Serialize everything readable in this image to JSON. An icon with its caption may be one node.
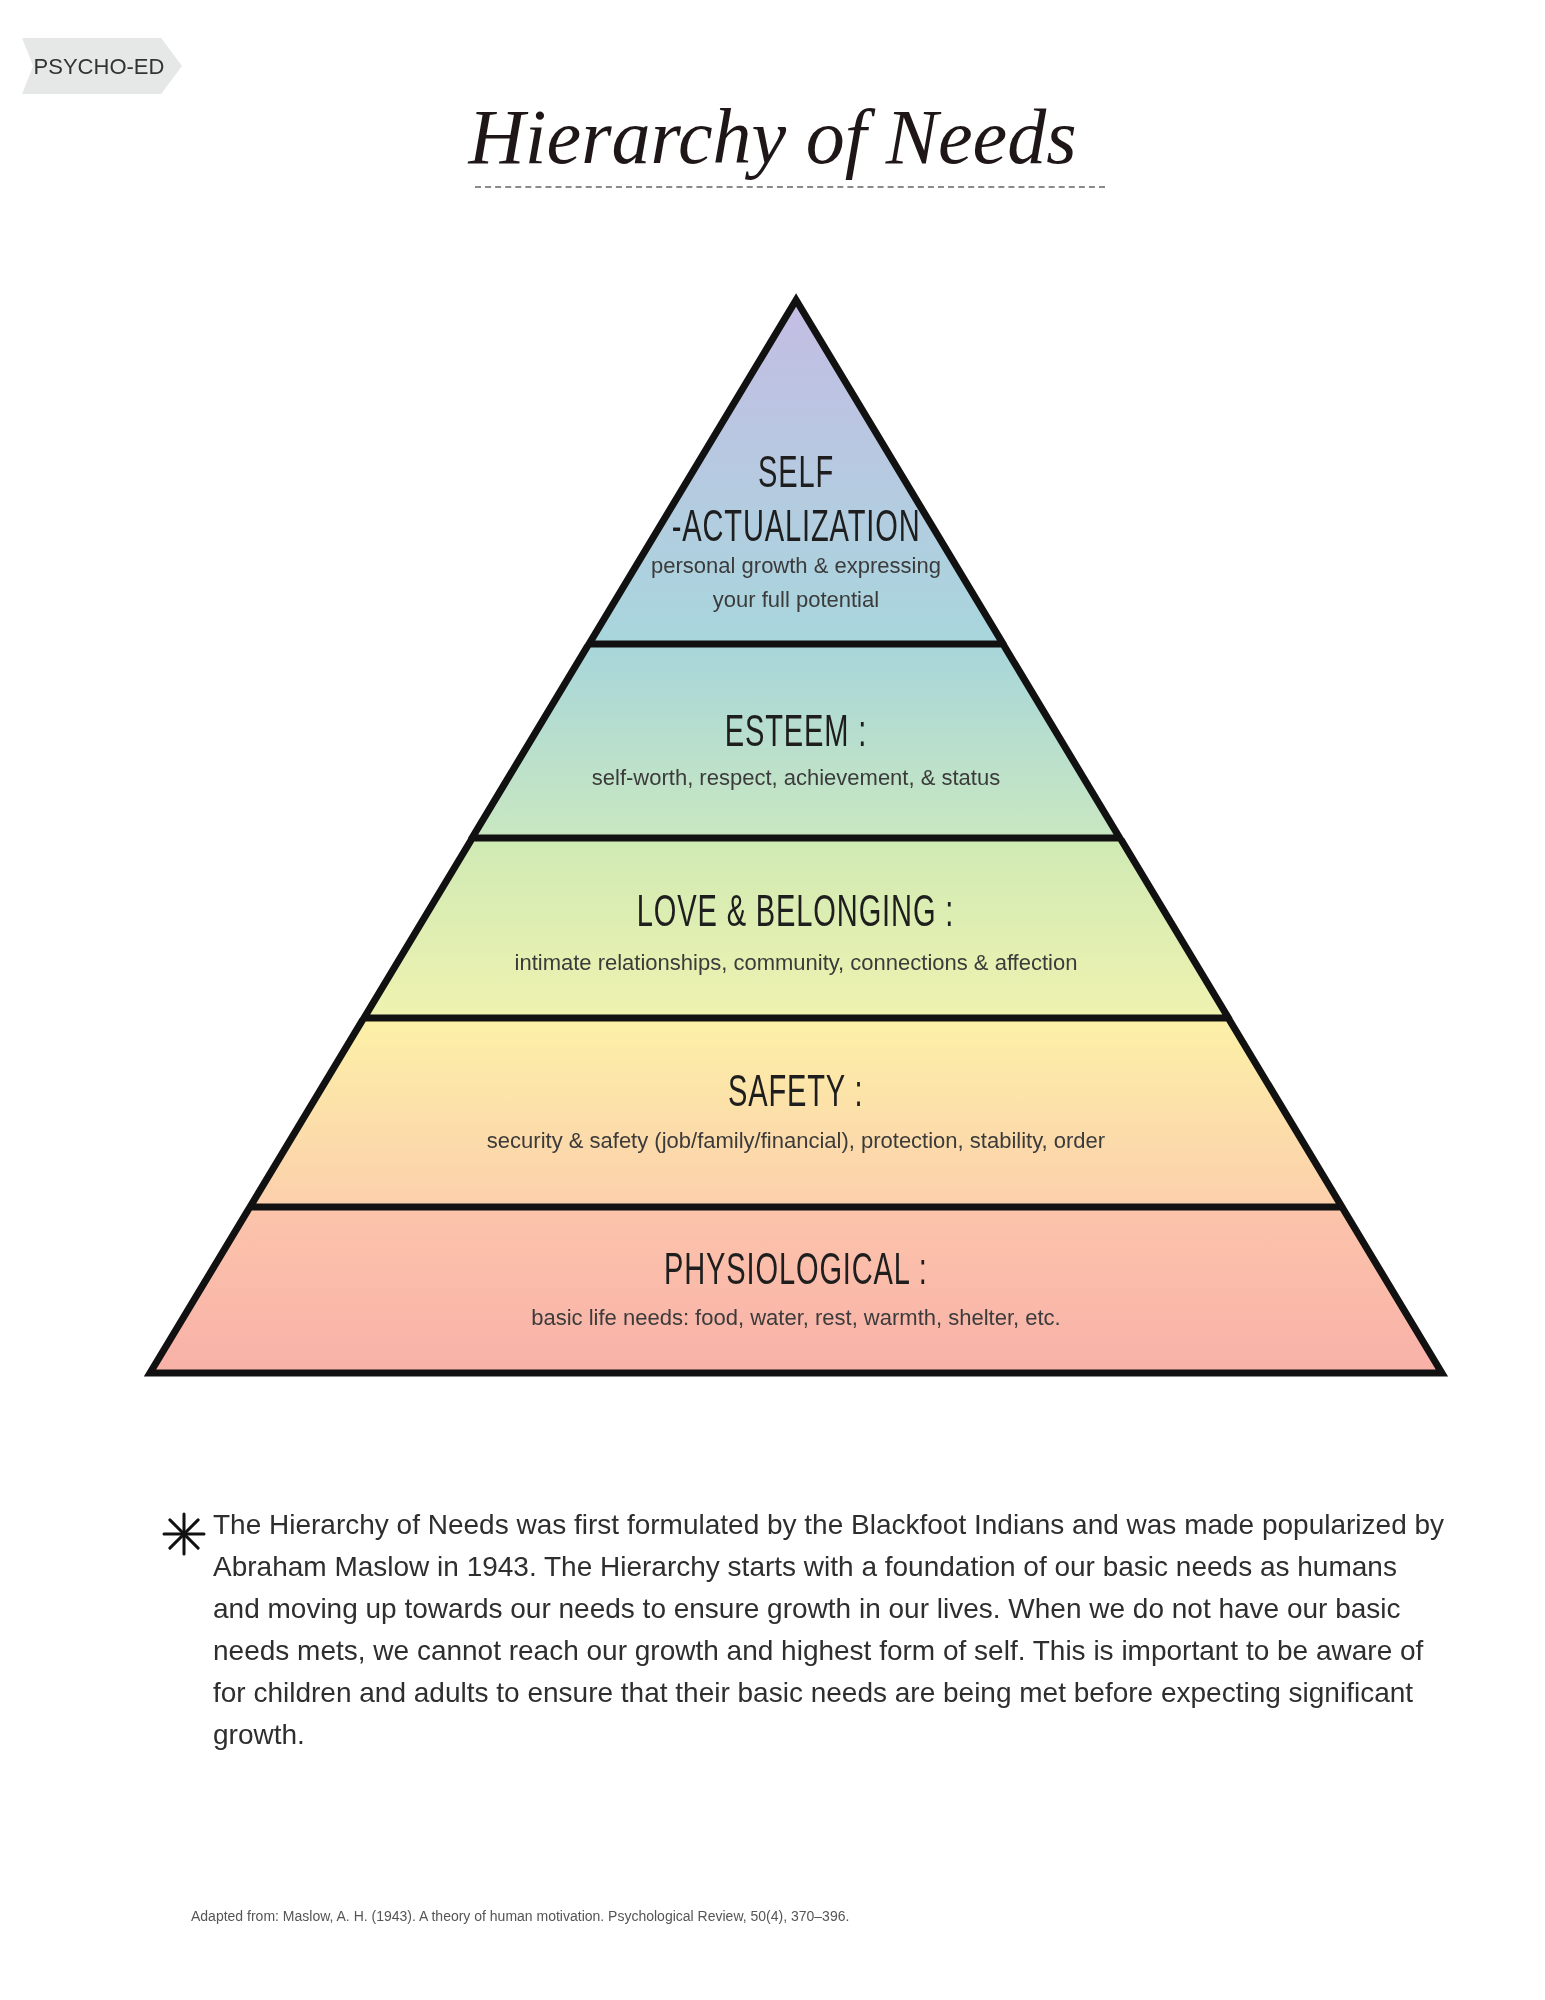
{
  "diagram": {
    "title": "Hierarchy of Needs",
    "nodes": [
      {
        "text": [
          "SELF -ACTUALIZATION",
          "personal growth & expressing your full potential"
        ]
      },
      {
        "text": [
          "ESTEEM :",
          "self-worth, respect, achievement, & status"
        ]
      },
      {
        "text": [
          "LOVE & BELONGING :",
          "intimate relationships, community, connections & affection"
        ]
      },
      {
        "text": [
          "SAFETY :",
          "security & safety (job/family/financial), protection, stability, order"
        ]
      },
      {
        "text": [
          "PHYSIOLOGICAL :",
          "basic life needs: food, water, rest, warmth, shelter, etc."
        ]
      }
    ],
    "labels": [
      "PSYCHO-ED",
      "The Hierarchy of Needs was first formulated by the Blackfoot Indians and was made popularized by Abraham Maslow in 1943. The Hierarchy starts with a foundation of our basic needs as humans and moving up towards our needs to ensure growth in our lives. When we do not have our basic needs mets, we cannot reach our growth and highest form of self. This is important to be aware of for children and adults to ensure that their basic needs are being met before expecting significant growth.",
      "Adapted from: Maslow, A. H. (1943). A theory of human motivation. Psychological Review, 50(4), 370–396."
    ]
  }
}
